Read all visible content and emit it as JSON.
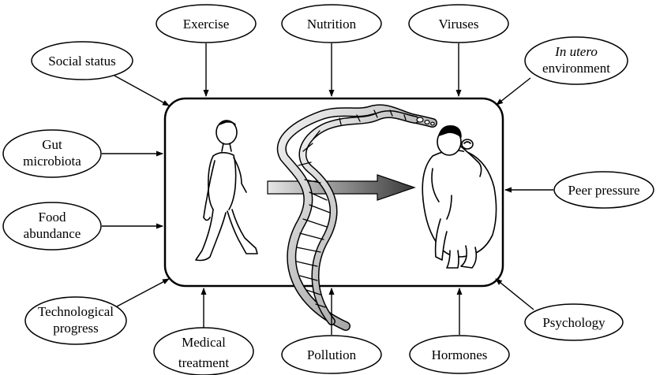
{
  "factors": {
    "exercise": [
      "Exercise"
    ],
    "nutrition": [
      "Nutrition"
    ],
    "viruses": [
      "Viruses"
    ],
    "social_status": [
      "Social status"
    ],
    "in_utero": [
      "In utero",
      "environment"
    ],
    "gut_microbiota": [
      "Gut",
      "microbiota"
    ],
    "food_abundance": [
      "Food",
      "abundance"
    ],
    "peer_pressure": [
      "Peer pressure"
    ],
    "technological_progress": [
      "Technological",
      "progress"
    ],
    "psychology": [
      "Psychology"
    ],
    "medical_treatment": [
      "Medical",
      "treatment"
    ],
    "pollution": [
      "Pollution"
    ],
    "hormones": [
      "Hormones"
    ]
  },
  "colors": {
    "stroke": "#000000",
    "arrow_light": "#e6e6e6",
    "arrow_dark": "#3a3a3a",
    "dna_light": "#f2f2f2",
    "dna_dark": "#8a8a8a"
  }
}
